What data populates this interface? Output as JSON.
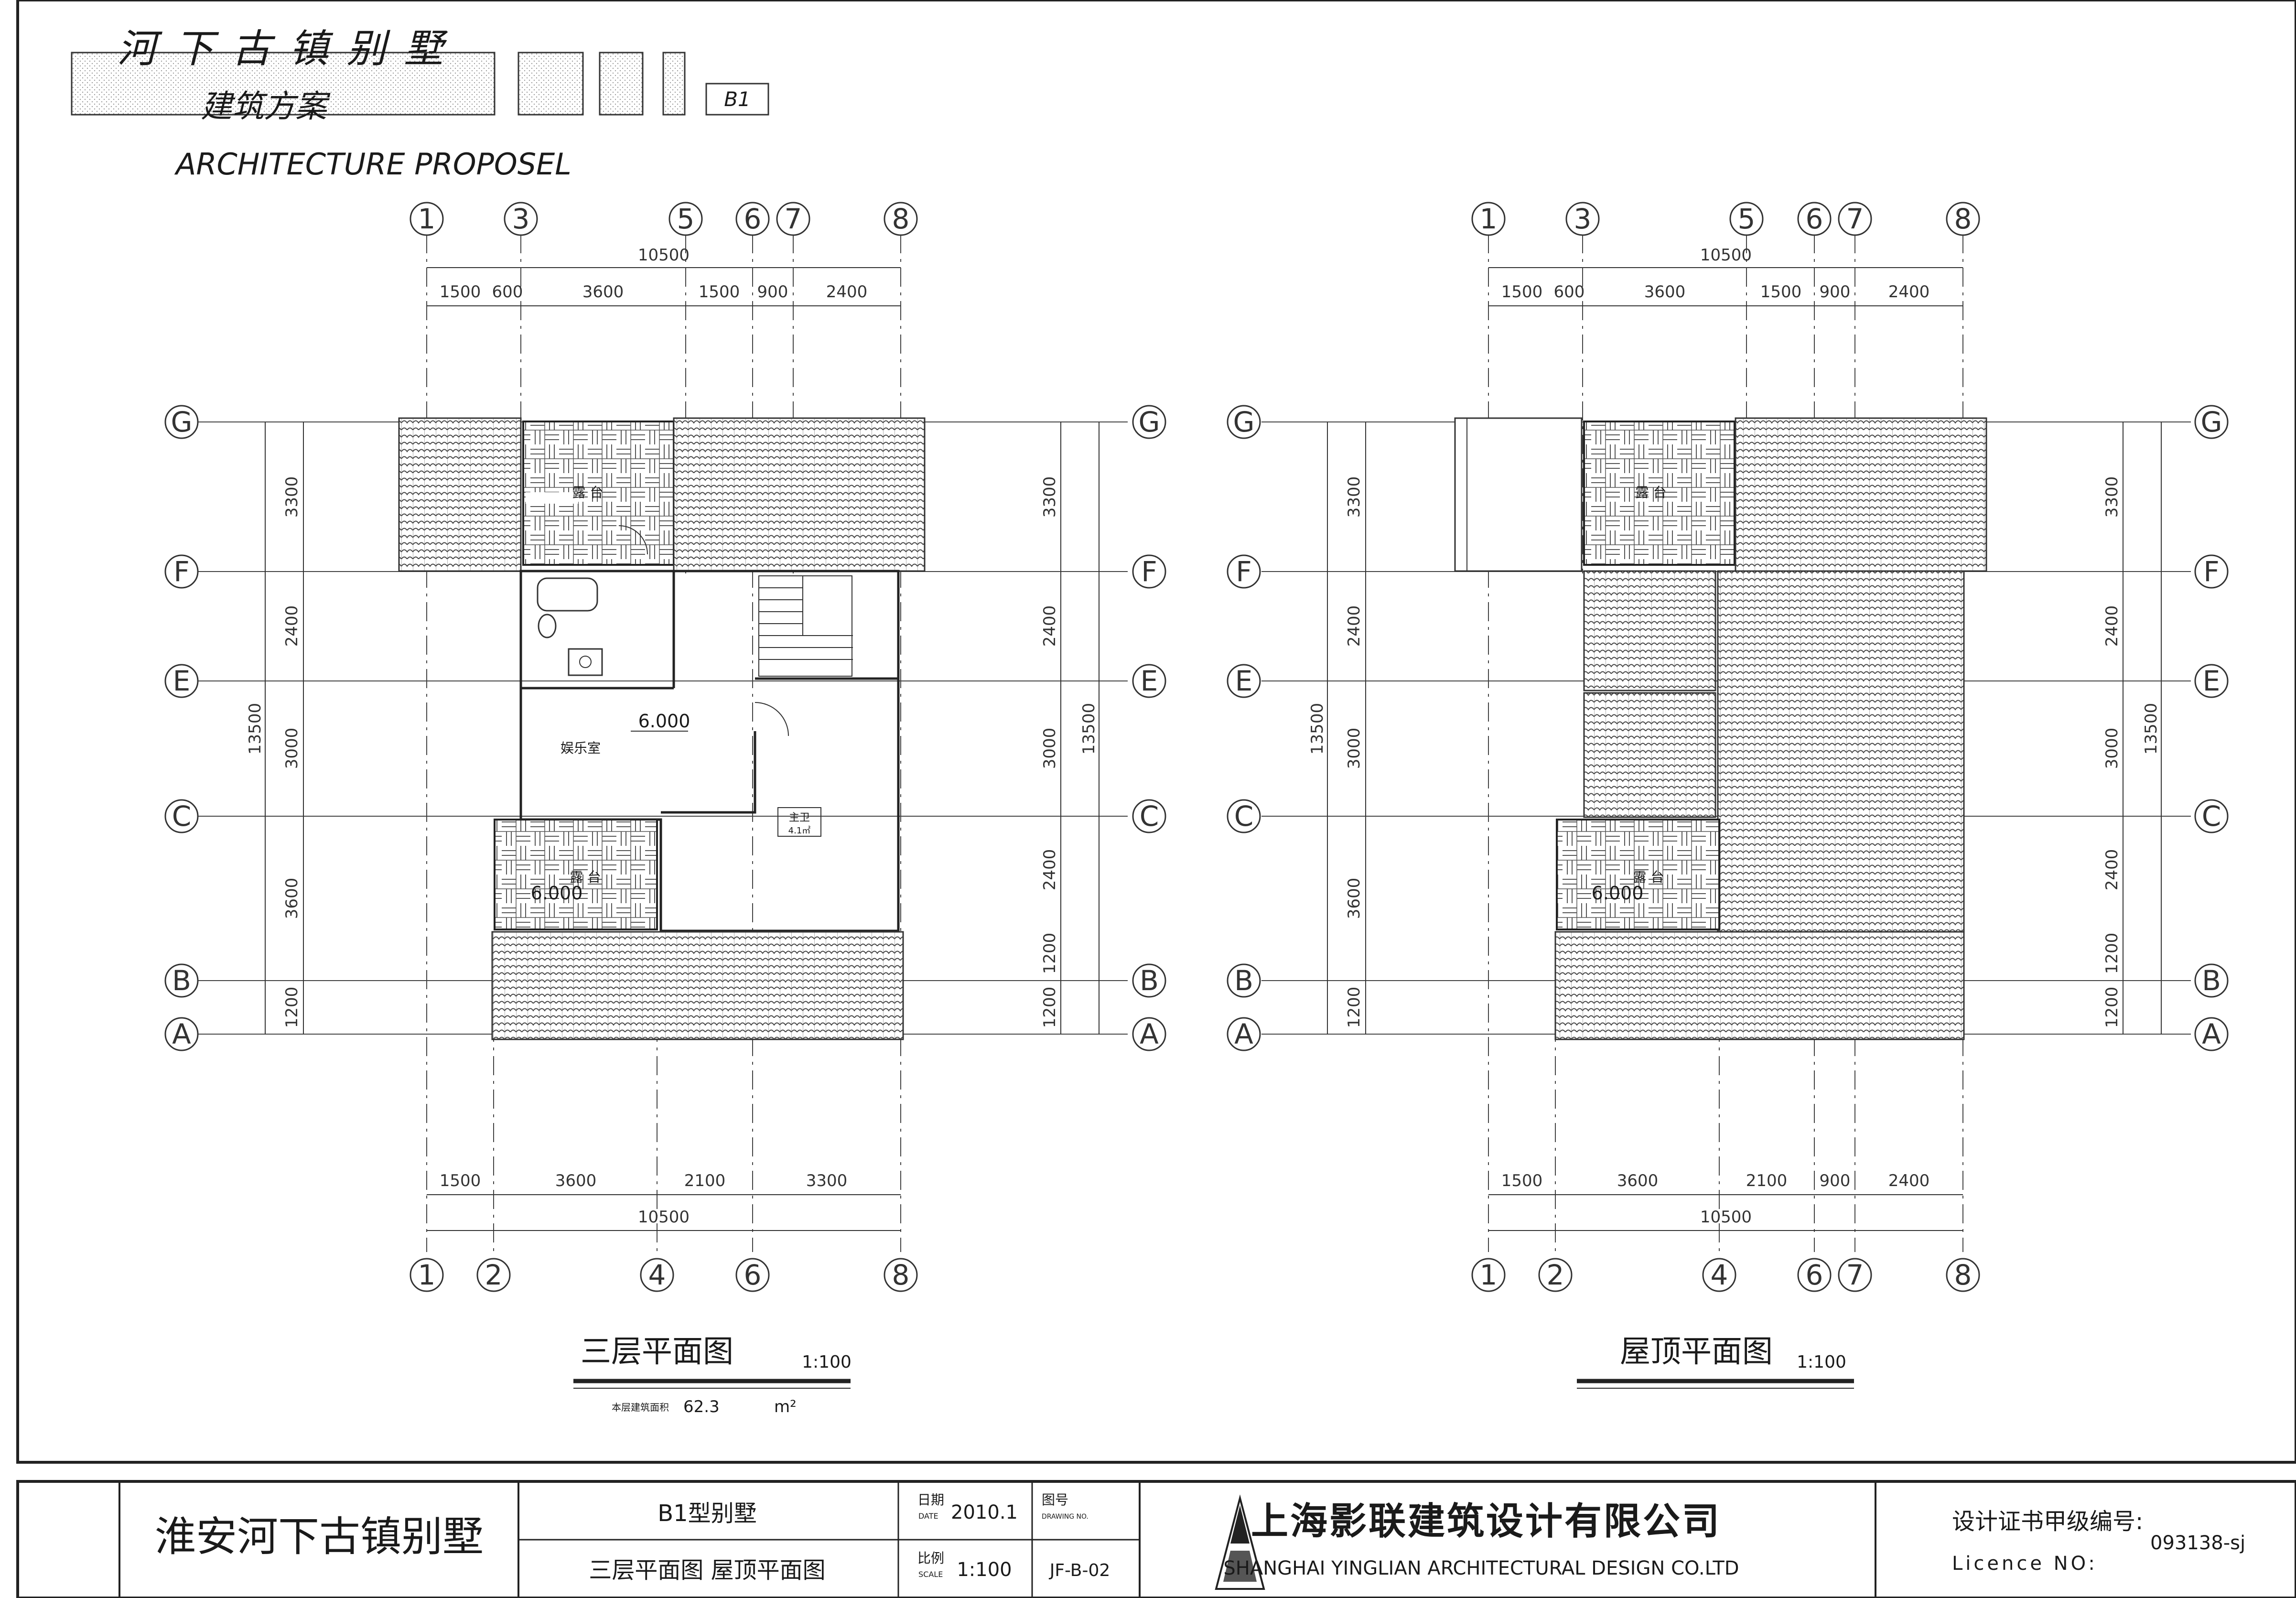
{
  "header": {
    "title": "河 下 古 镇 别 墅",
    "subtitle": "建筑方案",
    "english": "ARCHITECTURE PROPOSEL",
    "sheet_tag": "B1"
  },
  "axes": {
    "top_left": [
      "1",
      "3",
      "5",
      "6",
      "7",
      "8"
    ],
    "top_right": [
      "1",
      "3",
      "5",
      "6",
      "7",
      "8"
    ],
    "bottom_left": [
      "1",
      "2",
      "4",
      "6",
      "8"
    ],
    "bottom_right": [
      "1",
      "2",
      "4",
      "6",
      "7",
      "8"
    ],
    "rows": [
      "G",
      "F",
      "E",
      "C",
      "B",
      "A"
    ]
  },
  "dims": {
    "overall_width": "10500",
    "top_segments": [
      "1500",
      "600",
      "3600",
      "1500",
      "900",
      "2400"
    ],
    "bottom_left_segments": [
      "1500",
      "3600",
      "2100",
      "3300"
    ],
    "bottom_right_segments": [
      "1500",
      "3600",
      "2100",
      "900",
      "2400"
    ],
    "left_rows": [
      "3300",
      "2400",
      "3000",
      "3600",
      "1200"
    ],
    "left_overall": "13500",
    "right_rows_left_plan": [
      "3300",
      "2400",
      "3000",
      "2400",
      "1200",
      "1200"
    ],
    "right_rows_right_plan": [
      "3300",
      "2400",
      "3000",
      "2400",
      "1200",
      "1200"
    ]
  },
  "plan_left": {
    "title": "三层平面图",
    "scale": "1:100",
    "area_label": "本层建筑面积",
    "area_value": "62.3",
    "area_unit": "m²",
    "labels": {
      "terrace_top": "露 台",
      "rec_room": "娱乐室",
      "level_main": "6.000",
      "bedroom": "主卫",
      "bedroom_sub": "4.1㎡",
      "terrace_bottom": "露 台",
      "level_terrace": "6.000"
    }
  },
  "plan_right": {
    "title": "屋顶平面图",
    "scale": "1:100",
    "labels": {
      "terrace_top": "露 台",
      "terrace_bottom": "露 台",
      "level_terrace": "6.000"
    }
  },
  "title_block": {
    "project": "淮安河下古镇别墅",
    "type": "B1型别墅",
    "drawings": "三层平面图  屋顶平面图",
    "date_label_cn": "日期",
    "date_label_en": "DATE",
    "date_value": "2010.1",
    "dwgno_label_cn": "图号",
    "dwgno_label_en": "DRAWING NO.",
    "scale_label_cn": "比例",
    "scale_label_en": "SCALE",
    "scale_value": "1:100",
    "dwgno_value": "JF-B-02",
    "company_cn": "上海影联建筑设计有限公司",
    "company_en": "SHANGHAI YINGLIAN ARCHITECTURAL DESIGN CO.LTD",
    "licence_cn": "设计证书甲级编号:",
    "licence_en": "Licence NO:",
    "licence_value": "093138-sj"
  }
}
